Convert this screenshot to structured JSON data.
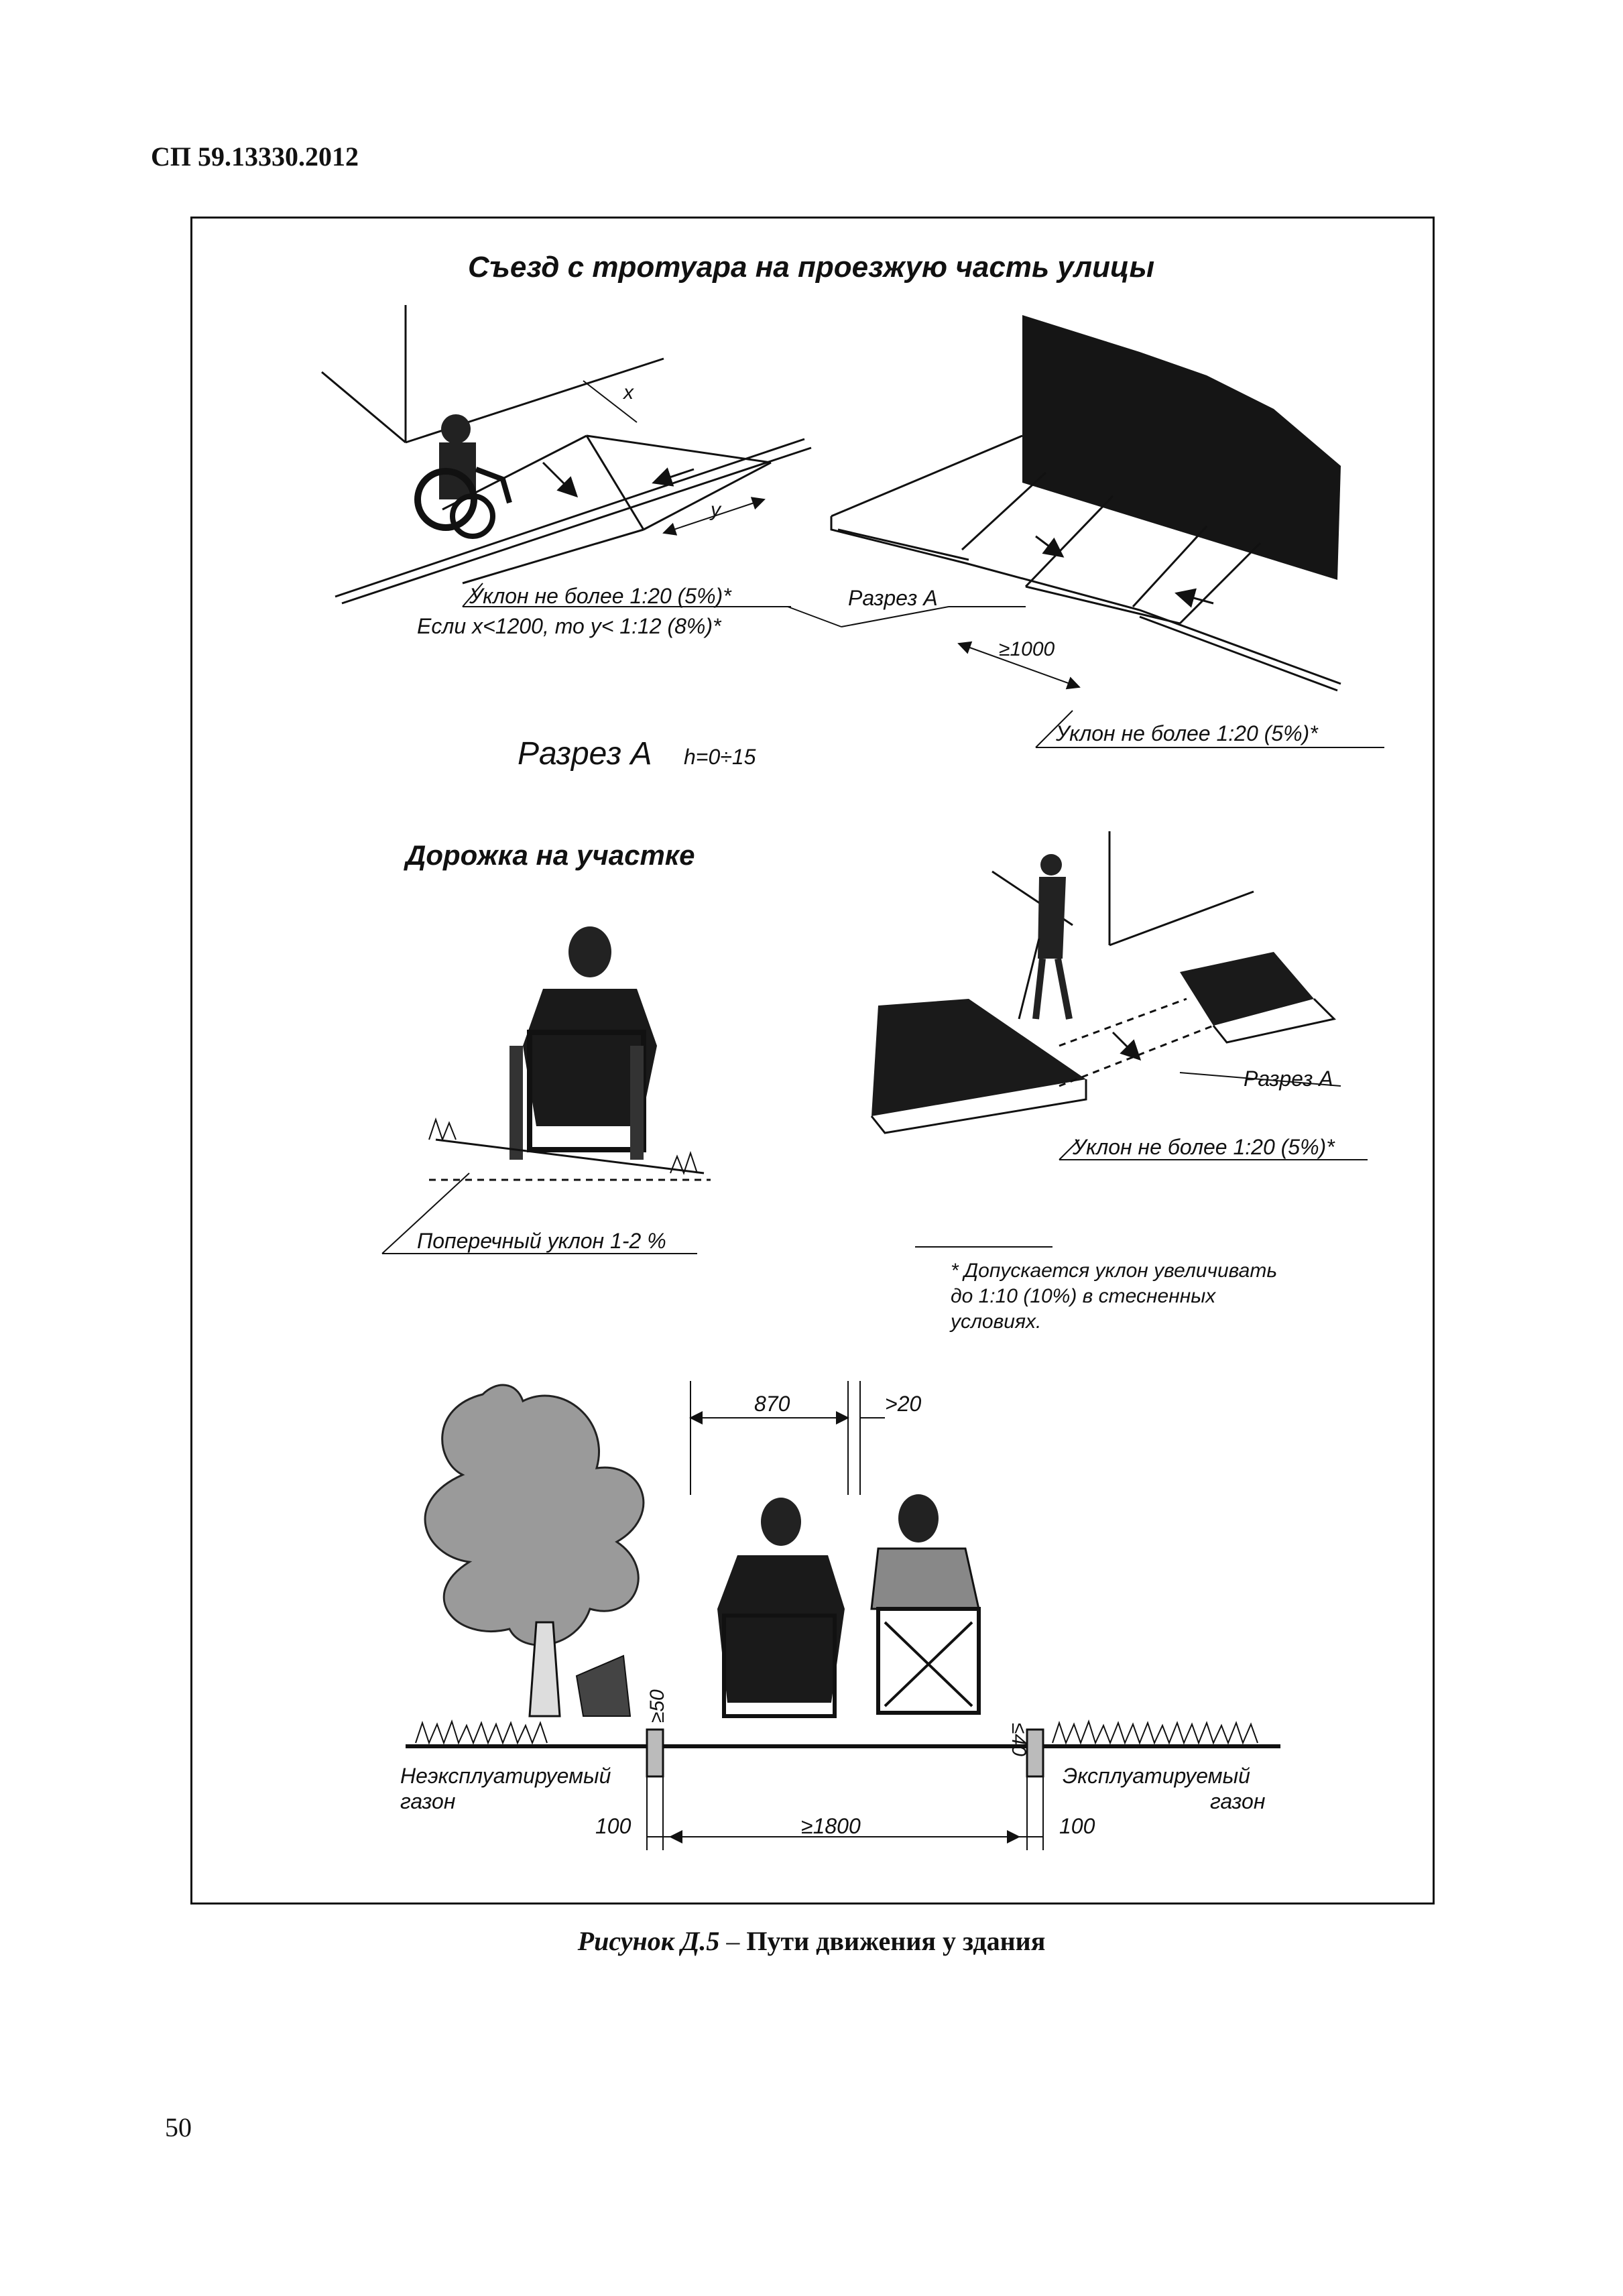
{
  "header": {
    "doc_code": "СП 59.13330.2012"
  },
  "figure": {
    "title_curb": "Съезд с тротуара на проезжую часть улицы",
    "label_x": "x",
    "label_y": "y",
    "slope_left": "Уклон не более 1:20 (5%)*",
    "cond_left": "Если x<1200, то y< 1:12 (8%)*",
    "section_a_label": "Разрез А",
    "width_1000": "≥1000",
    "slope_right": "Уклон не более 1:20 (5%)*",
    "section_a_title": "Разрез А",
    "h_range": "h=0÷15",
    "title_path": "Дорожка на участке",
    "cross_slope": "Поперечный уклон 1-2 %",
    "section_a_label2": "Разрез А",
    "slope_right2": "Уклон не более 1:20 (5%)*",
    "footnote_lines": [
      "* Допускается уклон увеличивать",
      "до 1:10 (10%) в стесненных",
      "условиях."
    ],
    "dim_870": "870",
    "dim_20": ">20",
    "dim_50": "≥50",
    "dim_40": "≤40",
    "lawn_left_1": "Неэксплуатируемый",
    "lawn_left_2": "газон",
    "lawn_right_1": "Эксплуатируемый",
    "lawn_right_2": "газон",
    "dim_100_left": "100",
    "dim_1800": "≥1800",
    "dim_100_right": "100"
  },
  "caption": {
    "figure_no": "Рисунок Д.5",
    "dash": " – ",
    "text": "Пути движения у здания"
  },
  "page_number": "50"
}
